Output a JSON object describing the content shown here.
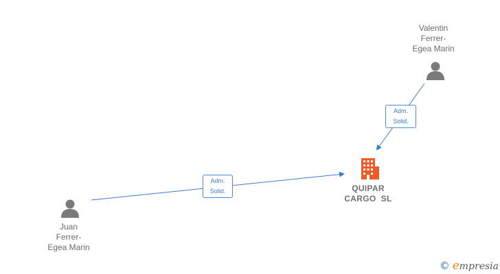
{
  "nodes": {
    "valentin": {
      "lines": [
        "Valentin",
        "Ferrer-",
        "Egea Marin"
      ]
    },
    "juan": {
      "lines": [
        "Juan",
        "Ferrer-",
        "Egea Marin"
      ]
    },
    "company": {
      "lines": [
        "QUIPAR",
        "CARGO  SL"
      ]
    }
  },
  "edges": {
    "valentin_to_company": {
      "label_lines": [
        "Adm.",
        "Solid."
      ]
    },
    "juan_to_company": {
      "label_lines": [
        "Adm.",
        "Solid."
      ]
    }
  },
  "colors": {
    "edge": "#3d7cc9",
    "person_icon": "#7a7a7a",
    "company_icon": "#f05a28"
  },
  "brand": {
    "copyright": "©",
    "first_letter": "e",
    "rest": "mpresia"
  }
}
